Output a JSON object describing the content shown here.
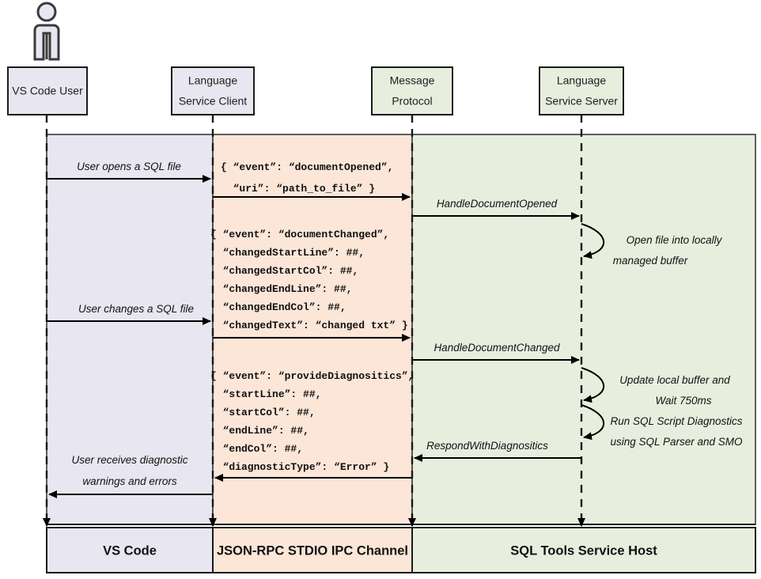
{
  "diagram": {
    "title": "SQL Tools Service language service sequence diagram",
    "colors": {
      "vscode_band": "#e8e6f0",
      "ipc_band": "#fbe6d8",
      "service_band": "#e8eede",
      "stroke": "#1a1a1a"
    },
    "actor": {
      "name": "user-actor"
    },
    "participants": [
      {
        "id": "vs-code-user",
        "line1": "VS Code User",
        "line2": "",
        "fill": "#e8e6f0"
      },
      {
        "id": "language-service-client",
        "line1": "Language",
        "line2": "Service Client",
        "fill": "#e8e6f0"
      },
      {
        "id": "message-protocol",
        "line1": "Message",
        "line2": "Protocol",
        "fill": "#e8eede"
      },
      {
        "id": "language-service-server",
        "line1": "Language",
        "line2": "Service Server",
        "fill": "#e8eede"
      }
    ],
    "messages": [
      {
        "id": "user-opens-sql-file",
        "label": "User opens a SQL file"
      },
      {
        "id": "handle-document-opened",
        "label": "HandleDocumentOpened"
      },
      {
        "id": "user-changes-sql-file",
        "label": "User changes a SQL file"
      },
      {
        "id": "handle-document-changed",
        "label": "HandleDocumentChanged"
      },
      {
        "id": "respond-with-diagnositics",
        "label": "RespondWithDiagnositics"
      },
      {
        "id": "user-receives-diagnostics",
        "label_line1": "User receives diagnostic",
        "label_line2": "warnings and errors"
      }
    ],
    "notes": [
      {
        "id": "open-file-note",
        "line1": "Open file into locally",
        "line2": "managed buffer"
      },
      {
        "id": "update-buffer-note",
        "line1": "Update local buffer and",
        "line2": "Wait 750ms"
      },
      {
        "id": "run-diagnostics-note",
        "line1": "Run SQL Script Diagnostics",
        "line2": "using SQL Parser and SMO"
      }
    ],
    "payloads": [
      {
        "id": "document-opened-payload",
        "lines": [
          "{ “event”: “documentOpened”,",
          "  “uri”: “path_to_file” }"
        ]
      },
      {
        "id": "document-changed-payload",
        "lines": [
          "{ “event”: “documentChanged”,",
          "  “changedStartLine”: ##,",
          "  “changedStartCol”: ##,",
          "  “changedEndLine”: ##,",
          "  “changedEndCol”: ##,",
          "  “changedText”: “changed txt” }"
        ]
      },
      {
        "id": "provide-diagnositics-payload",
        "lines": [
          "{ “event”: “provideDiagnositics”,",
          "  “startLine”: ##,",
          "  “startCol”: ##,",
          "  “endLine”: ##,",
          "  “endCol”: ##,",
          "  “diagnosticType”: “Error” }"
        ]
      }
    ],
    "footer": [
      {
        "id": "footer-vs-code",
        "label": "VS Code"
      },
      {
        "id": "footer-ipc-channel",
        "label": "JSON-RPC STDIO IPC Channel"
      },
      {
        "id": "footer-service-host",
        "label": "SQL Tools Service Host"
      }
    ]
  }
}
